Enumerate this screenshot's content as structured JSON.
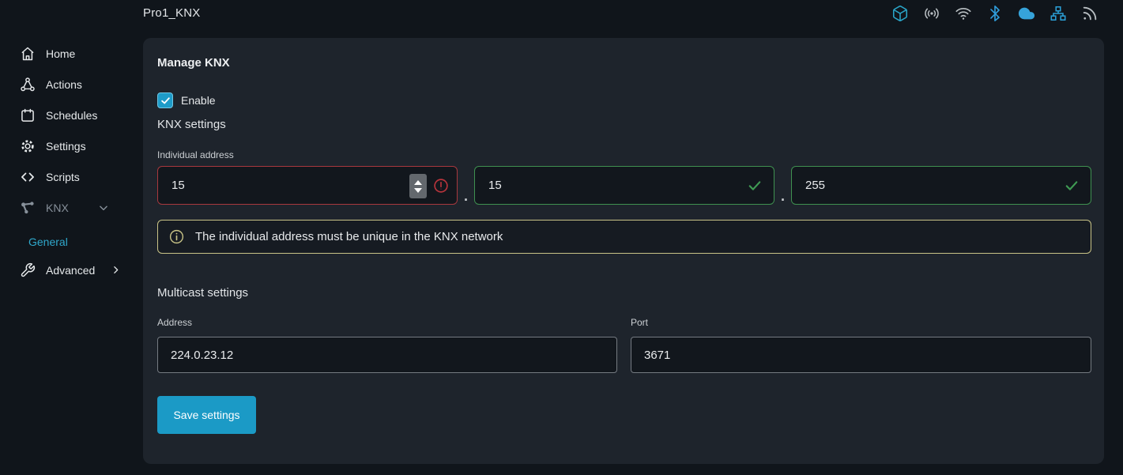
{
  "topbar": {
    "title": "Pro1_KNX",
    "icons": [
      {
        "name": "package-icon",
        "color": "#2aa6c9"
      },
      {
        "name": "broadcast-icon",
        "color": "#b9bfc3"
      },
      {
        "name": "wifi-icon",
        "color": "#b9bfc3"
      },
      {
        "name": "bluetooth-icon",
        "color": "#2f9ddb"
      },
      {
        "name": "cloud-icon",
        "color": "#36a3da"
      },
      {
        "name": "lan-icon",
        "color": "#2b9fd6"
      },
      {
        "name": "rss-icon",
        "color": "#b9bfc3"
      }
    ]
  },
  "sidebar": {
    "items": [
      {
        "label": "Home"
      },
      {
        "label": "Actions"
      },
      {
        "label": "Schedules"
      },
      {
        "label": "Settings"
      },
      {
        "label": "Scripts"
      },
      {
        "label": "KNX",
        "expanded": true
      },
      {
        "label": "General",
        "active": true
      },
      {
        "label": "Advanced"
      }
    ]
  },
  "main": {
    "heading": "Manage KNX",
    "enable_label": "Enable",
    "enable_state": "checked",
    "knx_settings_heading": "KNX settings",
    "individual_address": {
      "label": "Individual address",
      "separator": ".",
      "fields": [
        {
          "value": "15",
          "state": "error"
        },
        {
          "value": "15",
          "state": "valid"
        },
        {
          "value": "255",
          "state": "valid"
        }
      ]
    },
    "info_message": "The individual address must be unique in the KNX network",
    "multicast": {
      "heading": "Multicast settings",
      "address_label": "Address",
      "address_value": "224.0.23.12",
      "port_label": "Port",
      "port_value": "3671"
    },
    "save_button_label": "Save settings"
  },
  "colors": {
    "accent": "#1b9ac6",
    "checkbox": "#1e9bc8",
    "active_link": "#2fa8cc",
    "error_border": "#a8383e",
    "valid_border": "#3f9150",
    "info_border": "#c9c487",
    "panel_bg": "#1e242c",
    "page_bg": "#10151b",
    "input_bg": "#12171d"
  }
}
